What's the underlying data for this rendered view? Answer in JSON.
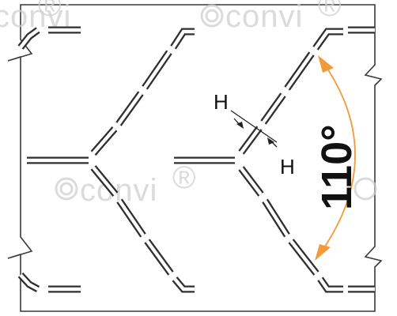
{
  "labels": {
    "slot_width_top": "H",
    "slot_width_bottom": "H",
    "angle": "110°"
  },
  "watermark": {
    "text": "convi",
    "mark": "®"
  },
  "colors": {
    "outline": "#2f2f2f",
    "angle_accent": "#f39a3a",
    "watermark": "#cfcfcf"
  }
}
